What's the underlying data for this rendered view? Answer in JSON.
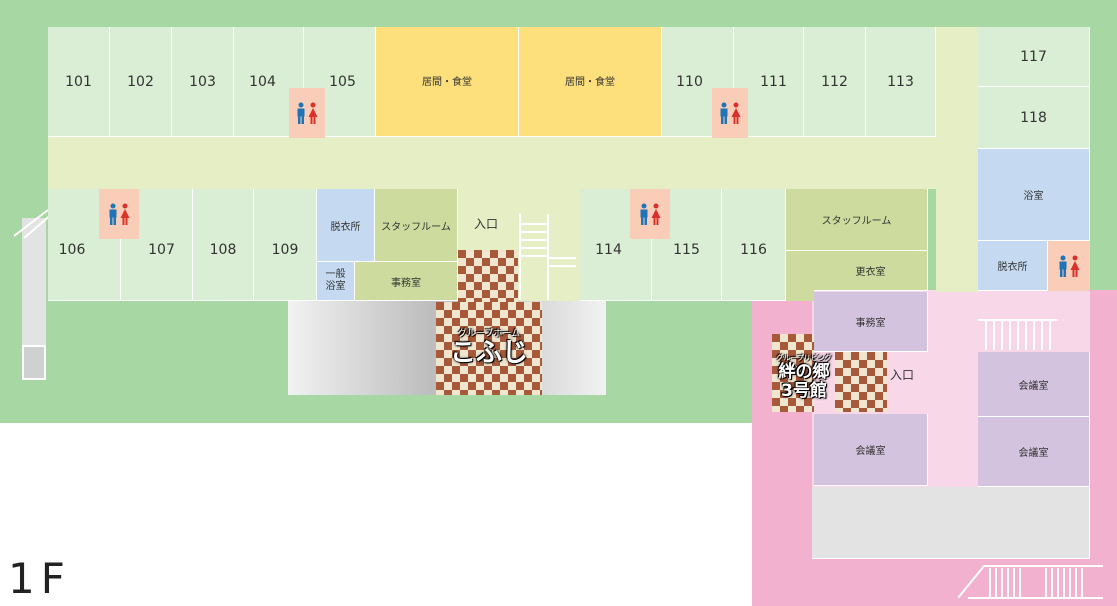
{
  "floor_label": "1F",
  "rooms": {
    "r101": "101",
    "r102": "102",
    "r103": "103",
    "r104": "104",
    "r105": "105",
    "r110": "110",
    "r111": "111",
    "r112": "112",
    "r113": "113",
    "r117": "117",
    "r118": "118",
    "r106": "106",
    "r107": "107",
    "r108": "108",
    "r109": "109",
    "r114": "114",
    "r115": "115",
    "r116": "116"
  },
  "labels": {
    "living_dining": "居間・食堂",
    "dressing_room": "脱衣所",
    "staff_room": "スタッフルーム",
    "public_bath_line1": "一般",
    "public_bath_line2": "浴室",
    "office": "事務室",
    "entrance": "入口",
    "bathroom": "浴室",
    "changing_room": "更衣室",
    "meeting_room": "会議室"
  },
  "buildings": {
    "kofuji_sub": "グループホーム",
    "kofuji_name": "こふじ",
    "kizuna_sub": "グループリビング",
    "kizuna_line1": "絆の郷",
    "kizuna_line2": "3号館"
  },
  "icons": {
    "restroom": "restroom-icon"
  },
  "colors": {
    "lawn": "#a7d7a2",
    "pink_zone": "#f2b1cf",
    "room": "#d9eed4",
    "corridor": "#e5eec4",
    "living": "#fde07b",
    "bath": "#c5daf0",
    "staff": "#cddc9e",
    "meeting": "#d4c3df",
    "restroom": "#f9cdb7"
  }
}
